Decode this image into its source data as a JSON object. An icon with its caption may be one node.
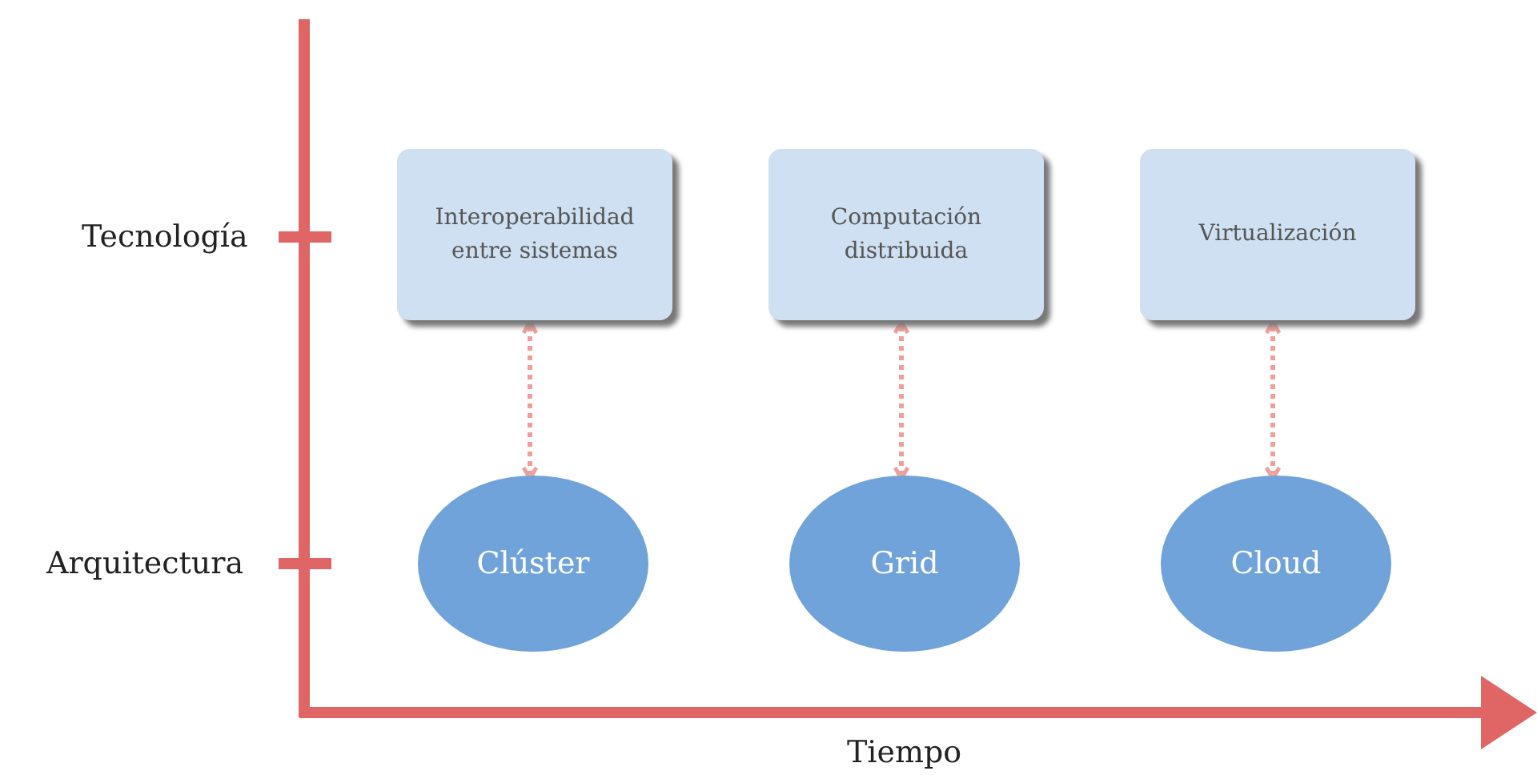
{
  "diagram": {
    "nodes": [
      {
        "text": [
          "Interoperabilidad entre sistemas"
        ]
      },
      {
        "text": [
          "Computación distribuida"
        ]
      },
      {
        "text": [
          "Virtualización"
        ]
      },
      {
        "text": [
          "Clúster"
        ]
      },
      {
        "text": [
          "Grid"
        ]
      },
      {
        "text": [
          "Cloud"
        ]
      }
    ],
    "edges": [
      {
        "from": 0,
        "to": 3,
        "arrow": "both",
        "style": "dashed"
      },
      {
        "from": 1,
        "to": 4,
        "arrow": "both",
        "style": "dashed"
      },
      {
        "from": 2,
        "to": 5,
        "arrow": "both",
        "style": "dashed"
      }
    ],
    "labels": [
      "Tecnología",
      "Arquitectura",
      "Tiempo"
    ]
  }
}
